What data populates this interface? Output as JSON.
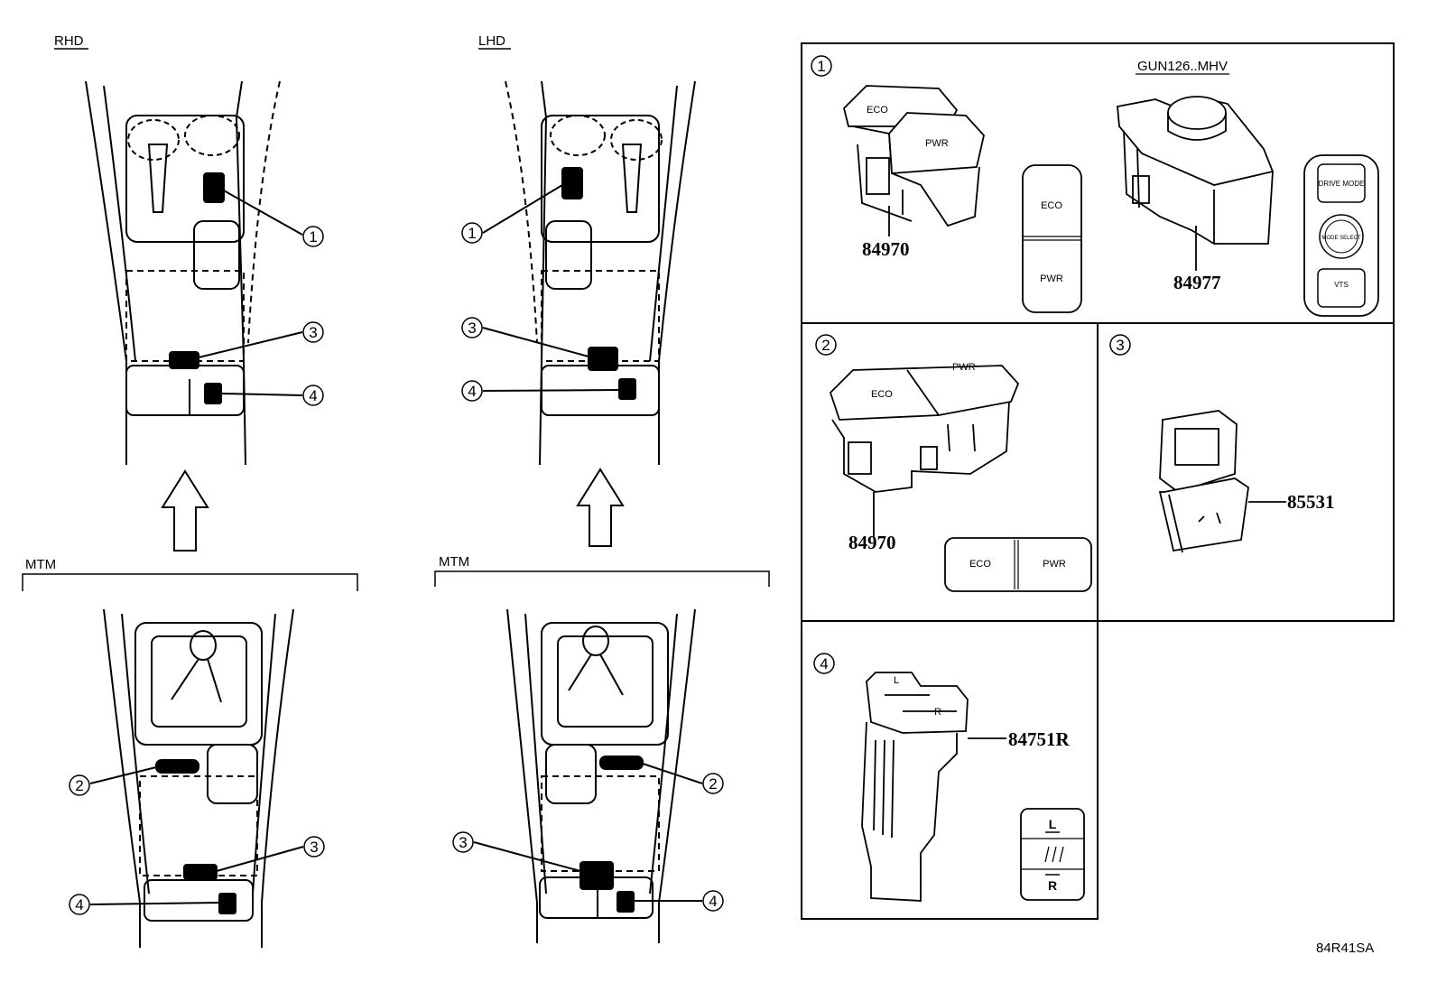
{
  "views": {
    "rhd_label": "RHD",
    "lhd_label": "LHD",
    "mtm_left_label": "MTM",
    "mtm_right_label": "MTM"
  },
  "callouts": {
    "c1": "1",
    "c2": "2",
    "c3": "3",
    "c4": "4"
  },
  "panels": {
    "p1": {
      "num": "1",
      "variant": "GUN126..MHV",
      "part_a": "84970",
      "part_b": "84977",
      "eco": "ECO",
      "pwr": "PWR",
      "drive_mode": "DRIVE MODE",
      "mode_select": "MODE SELECT",
      "vts": "VTS"
    },
    "p2": {
      "num": "2",
      "part": "84970",
      "eco": "ECO",
      "pwr": "PWR"
    },
    "p3": {
      "num": "3",
      "part": "85531"
    },
    "p4": {
      "num": "4",
      "part": "84751R",
      "l": "L",
      "r": "R"
    }
  },
  "figure_code": "84R41SA"
}
